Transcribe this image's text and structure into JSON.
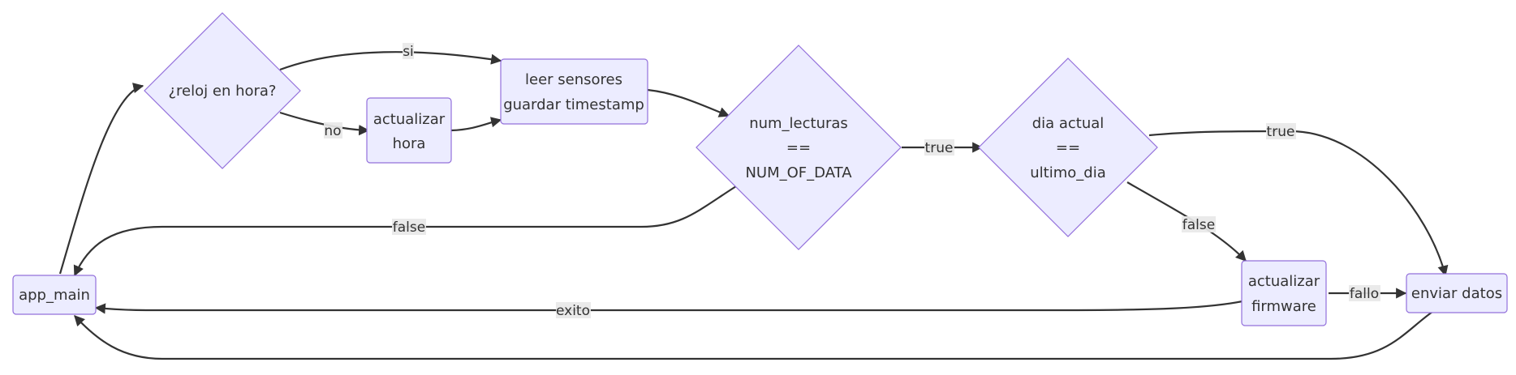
{
  "nodes": {
    "app_main": {
      "lines": [
        "app_main"
      ]
    },
    "reloj": {
      "lines": [
        "¿reloj en hora?"
      ]
    },
    "actualizar_hora": {
      "lines": [
        "actualizar",
        "hora"
      ]
    },
    "leer": {
      "lines": [
        "leer sensores",
        "guardar timestamp"
      ]
    },
    "num_lecturas": {
      "lines": [
        "num_lecturas",
        "==",
        "NUM_OF_DATA"
      ]
    },
    "dia_actual": {
      "lines": [
        "dia actual",
        "==",
        "ultimo_dia"
      ]
    },
    "actualizar_firmware": {
      "lines": [
        "actualizar",
        "firmware"
      ]
    },
    "enviar": {
      "lines": [
        "enviar datos"
      ]
    }
  },
  "edge_labels": {
    "si": "si",
    "no": "no",
    "true1": "true",
    "false1": "false",
    "true2": "true",
    "false2": "false",
    "fallo": "fallo",
    "exito": "exito"
  },
  "colors": {
    "node_fill": "#ECECFF",
    "node_stroke": "#9370DB",
    "edge": "#333333",
    "text": "#333333",
    "label_bg": "#e8e8e8"
  }
}
